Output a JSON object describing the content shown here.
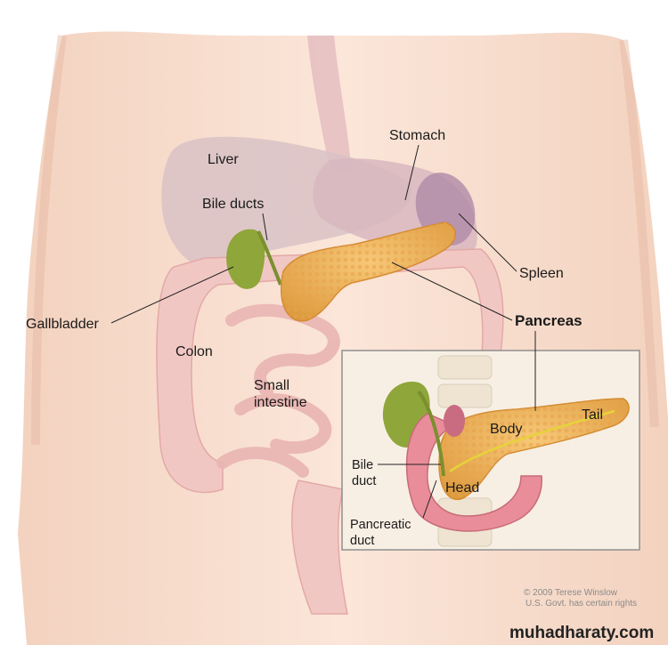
{
  "labels": {
    "stomach": "Stomach",
    "liver": "Liver",
    "bile_ducts": "Bile ducts",
    "spleen": "Spleen",
    "gallbladder": "Gallbladder",
    "pancreas": "Pancreas",
    "colon": "Colon",
    "small_intestine_line1": "Small",
    "small_intestine_line2": "intestine"
  },
  "inset": {
    "body": "Body",
    "tail": "Tail",
    "head": "Head",
    "bile_duct_line1": "Bile",
    "bile_duct_line2": "duct",
    "pancreatic_duct_line1": "Pancreatic",
    "pancreatic_duct_line2": "duct"
  },
  "credit": {
    "line1": "© 2009 Terese Winslow",
    "line2": "U.S. Govt. has certain rights"
  },
  "watermark": "muhadharaty.com",
  "colors": {
    "skin": "#f6dccb",
    "liver": "#d9c2c6",
    "stomach": "#d8b7bf",
    "pancreas": "#f0b25a",
    "gallbladder": "#8fa63a",
    "intestine": "#f1c7c4",
    "spleen": "#b08aa8",
    "inset_bg": "#f8efe4"
  }
}
